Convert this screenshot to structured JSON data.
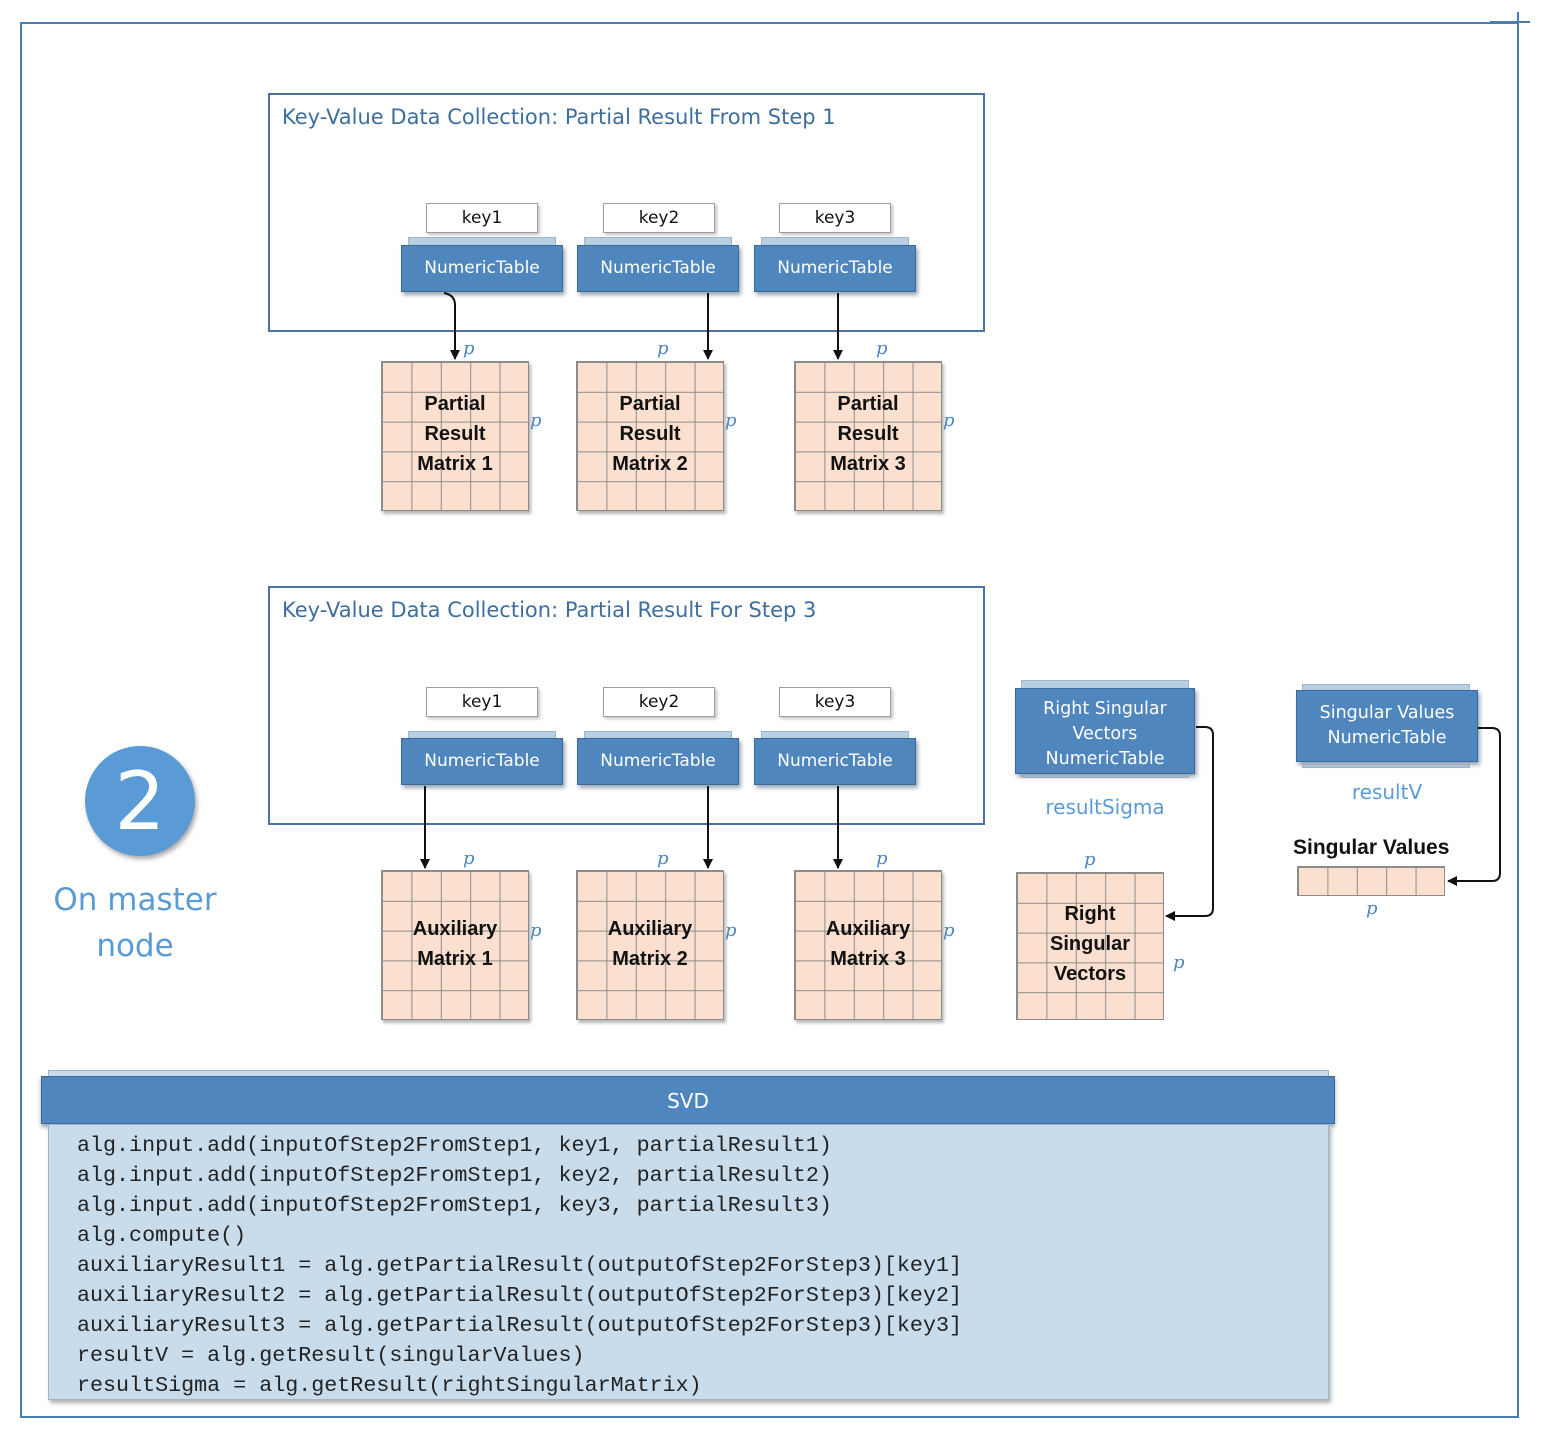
{
  "badge": {
    "number": "2",
    "caption": "On master\nnode"
  },
  "collection1": {
    "title": "Key-Value Data Collection: Partial Result From Step 1",
    "items": [
      {
        "key": "key1",
        "table": "NumericTable",
        "matrix": "Partial\nResult\nMatrix 1"
      },
      {
        "key": "key2",
        "table": "NumericTable",
        "matrix": "Partial\nResult\nMatrix 2"
      },
      {
        "key": "key3",
        "table": "NumericTable",
        "matrix": "Partial\nResult\nMatrix 3"
      }
    ]
  },
  "collection2": {
    "title": "Key-Value Data Collection: Partial Result For Step 3",
    "items": [
      {
        "key": "key1",
        "table": "NumericTable",
        "matrix": "Auxiliary\nMatrix 1"
      },
      {
        "key": "key2",
        "table": "NumericTable",
        "matrix": "Auxiliary\nMatrix 2"
      },
      {
        "key": "key3",
        "table": "NumericTable",
        "matrix": "Auxiliary\nMatrix 3"
      }
    ]
  },
  "dimension_label": "p",
  "right_singular": {
    "table": "Right Singular\nVectors\nNumericTable",
    "var": "resultSigma",
    "matrix": "Right\nSingular\nVectors"
  },
  "singular_values": {
    "table": "Singular Values\nNumericTable",
    "var": "resultV",
    "label": "Singular Values"
  },
  "svd": {
    "title": "SVD",
    "code": [
      "alg.input.add(inputOfStep2FromStep1, key1, partialResult1)",
      "alg.input.add(inputOfStep2FromStep1, key2, partialResult2)",
      "alg.input.add(inputOfStep2FromStep1, key3, partialResult3)",
      "alg.compute()",
      "auxiliaryResult1 = alg.getPartialResult(outputOfStep2ForStep3)[key1]",
      "auxiliaryResult2 = alg.getPartialResult(outputOfStep2ForStep3)[key2]",
      "auxiliaryResult3 = alg.getPartialResult(outputOfStep2ForStep3)[key3]",
      "resultV = alg.getResult(singularValues)",
      "resultSigma = alg.getResult(rightSingularMatrix)"
    ]
  },
  "colors": {
    "accent": "#4f86bd",
    "matrix_fill": "#fbe0d0",
    "code_bg": "#c9dcec",
    "badge": "#5b9bd5"
  }
}
